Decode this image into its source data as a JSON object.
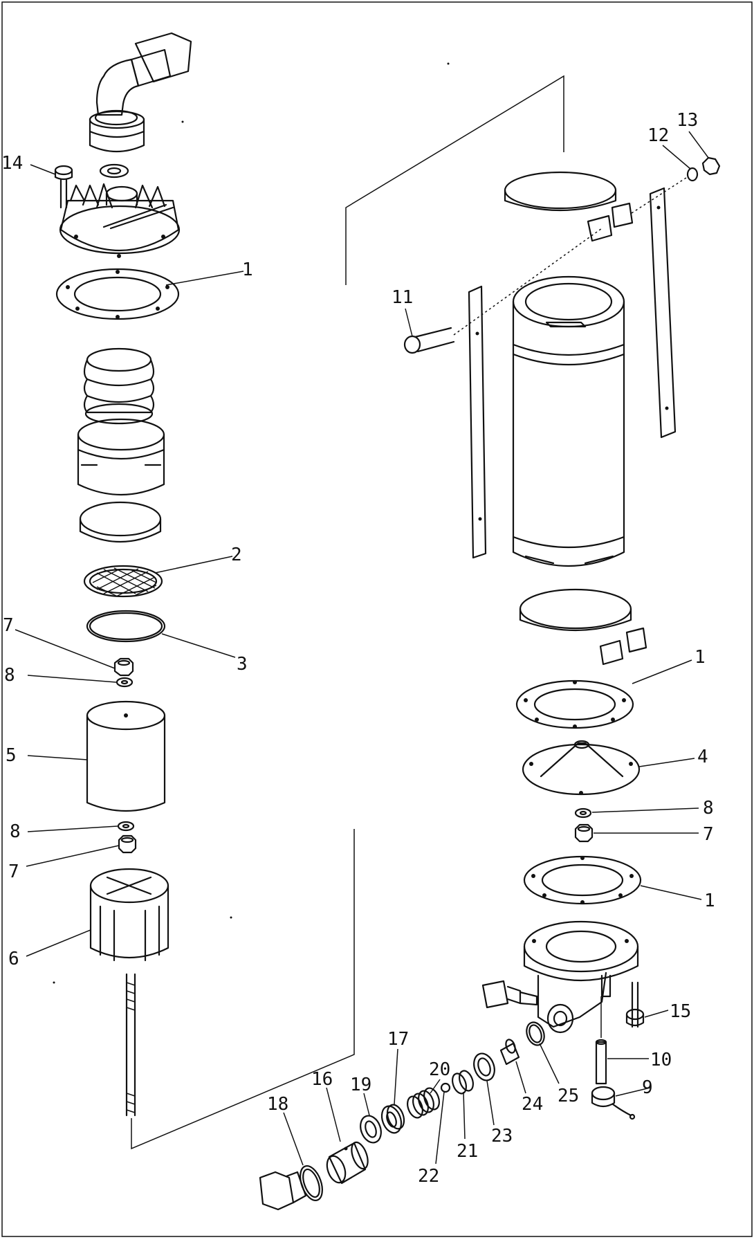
{
  "callouts": [
    {
      "id": "c14a",
      "label": "14",
      "part": "hex bolt (top cover)"
    },
    {
      "id": "c1a",
      "label": "1",
      "part": "gasket"
    },
    {
      "id": "c2",
      "label": "2",
      "part": "screen"
    },
    {
      "id": "c3",
      "label": "3",
      "part": "ring"
    },
    {
      "id": "c7a",
      "label": "7",
      "part": "nut"
    },
    {
      "id": "c8a",
      "label": "8",
      "part": "washer"
    },
    {
      "id": "c5",
      "label": "5",
      "part": "element"
    },
    {
      "id": "c8b",
      "label": "8",
      "part": "washer"
    },
    {
      "id": "c7b",
      "label": "7",
      "part": "nut"
    },
    {
      "id": "c6",
      "label": "6",
      "part": "cap"
    },
    {
      "id": "c11",
      "label": "11",
      "part": "bolt"
    },
    {
      "id": "c12",
      "label": "12",
      "part": "washer"
    },
    {
      "id": "c13",
      "label": "13",
      "part": "nut"
    },
    {
      "id": "c1b",
      "label": "1",
      "part": "gasket"
    },
    {
      "id": "c4",
      "label": "4",
      "part": "cone plate"
    },
    {
      "id": "c8c",
      "label": "8",
      "part": "washer"
    },
    {
      "id": "c7c",
      "label": "7",
      "part": "nut"
    },
    {
      "id": "c1c",
      "label": "1",
      "part": "gasket"
    },
    {
      "id": "c15",
      "label": "15",
      "part": "bolt"
    },
    {
      "id": "c10",
      "label": "10",
      "part": "pin"
    },
    {
      "id": "c9",
      "label": "9",
      "part": "plug"
    },
    {
      "id": "c25",
      "label": "25",
      "part": "o-ring"
    },
    {
      "id": "c24",
      "label": "24",
      "part": "fitting"
    },
    {
      "id": "c23",
      "label": "23",
      "part": "ring"
    },
    {
      "id": "c21",
      "label": "21",
      "part": "spacer"
    },
    {
      "id": "c22",
      "label": "22",
      "part": "ball"
    },
    {
      "id": "c20",
      "label": "20",
      "part": "spring"
    },
    {
      "id": "c17",
      "label": "17",
      "part": "spring seat"
    },
    {
      "id": "c19",
      "label": "19",
      "part": "ring"
    },
    {
      "id": "c16",
      "label": "16",
      "part": "sleeve"
    },
    {
      "id": "c18",
      "label": "18",
      "part": "o-ring"
    }
  ]
}
